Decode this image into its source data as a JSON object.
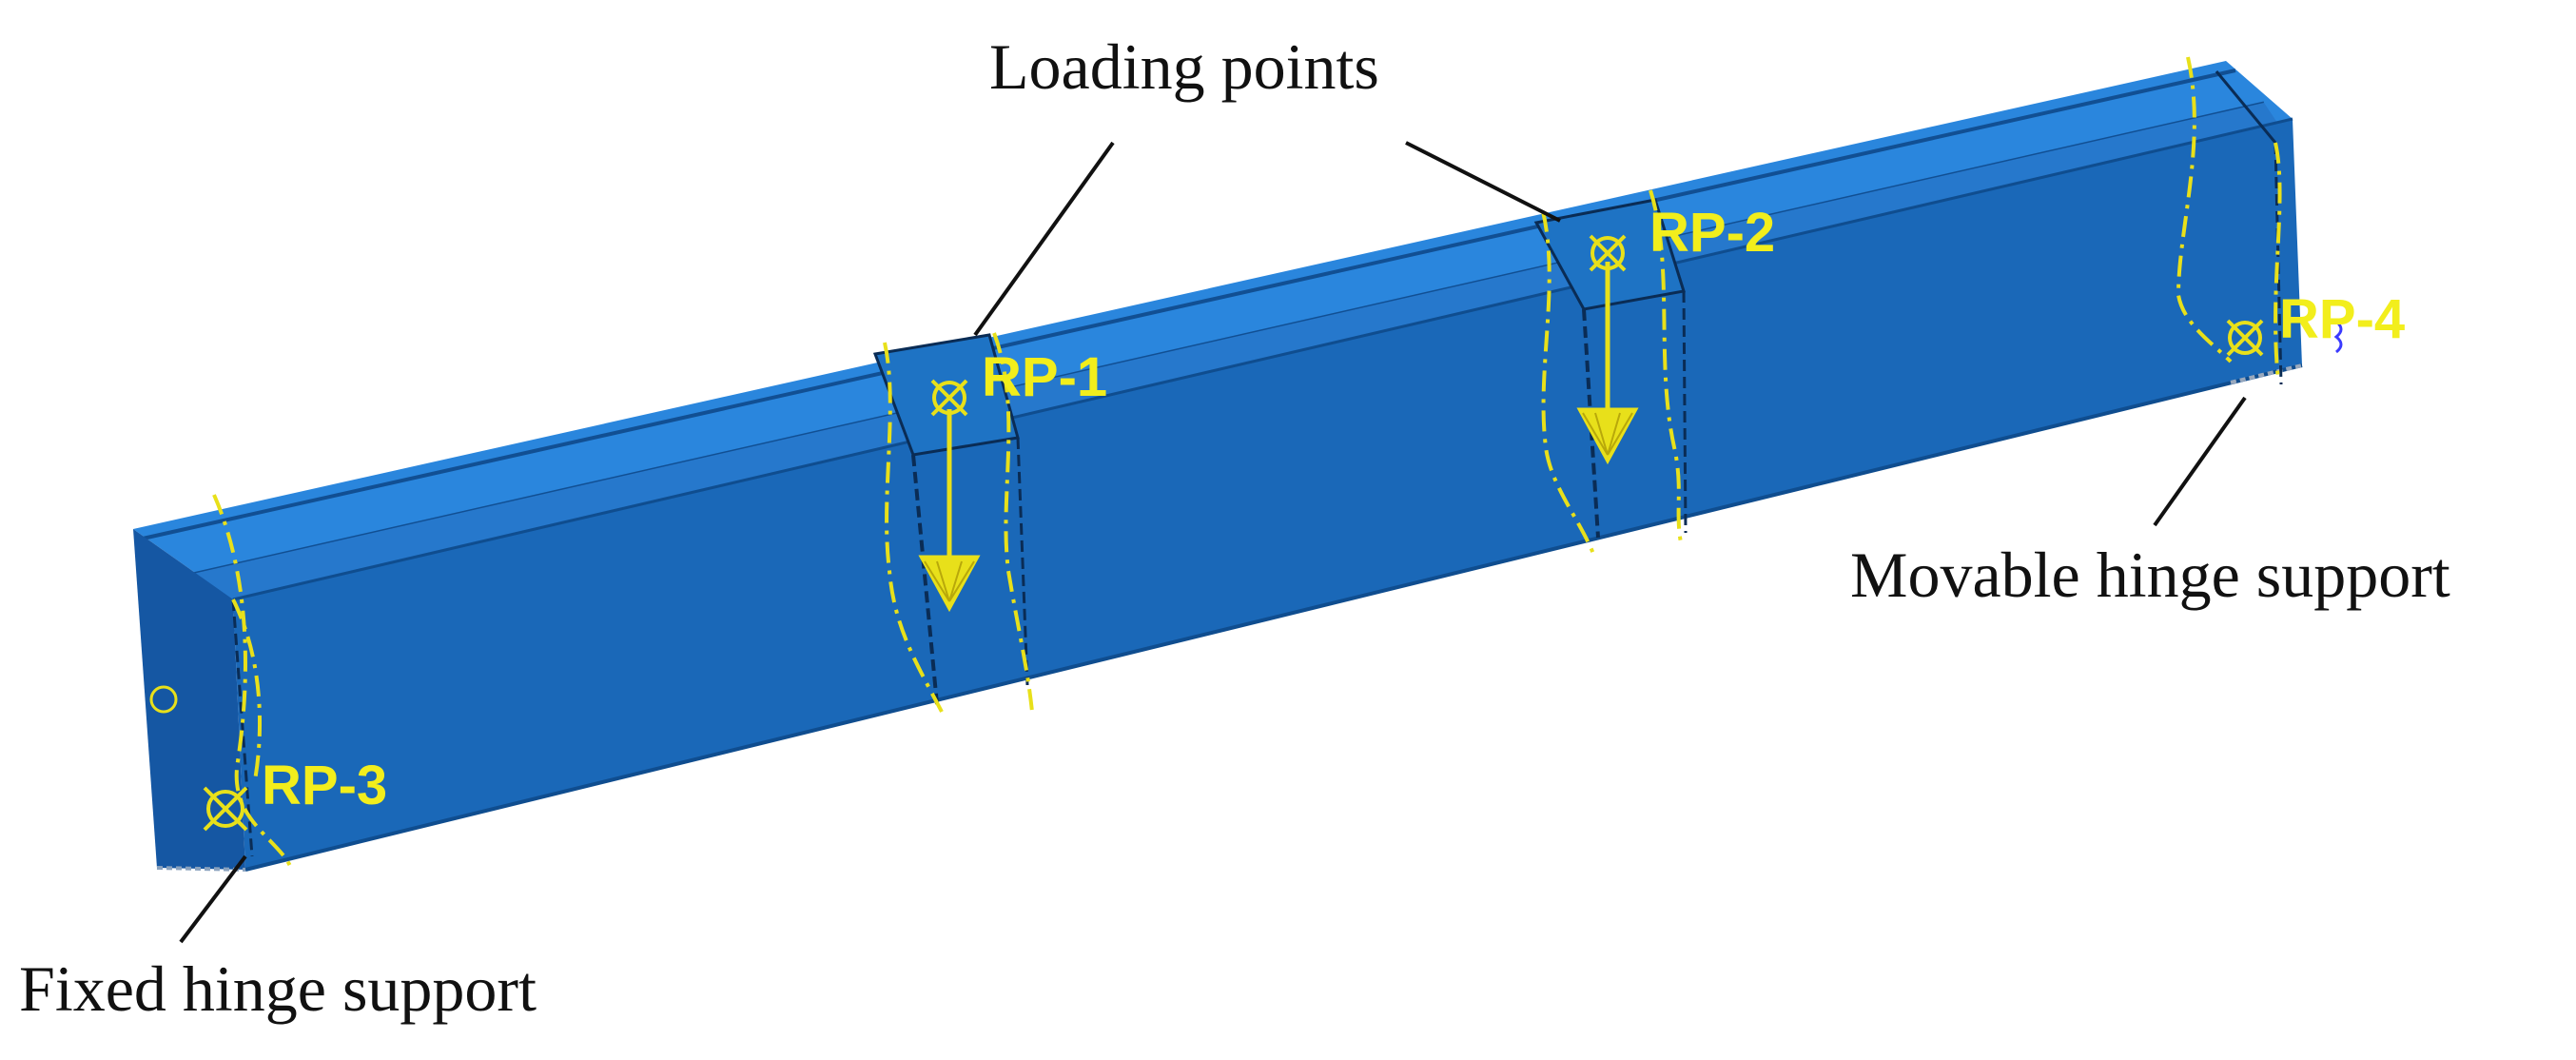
{
  "annotations": {
    "loading_points": "Loading points",
    "movable_support": "Movable hinge support",
    "fixed_support": "Fixed hinge support"
  },
  "reference_points": {
    "rp1": "RP-1",
    "rp2": "RP-2",
    "rp3": "RP-3",
    "rp4": "RP-4"
  },
  "colors": {
    "beam_web": "#1a68b8",
    "beam_top": "#2a86dd",
    "beam_end": "#1557a3",
    "constraint_yellow": "#e8e01a",
    "label_yellow": "#f2ee1c",
    "leader_line": "#111111"
  }
}
